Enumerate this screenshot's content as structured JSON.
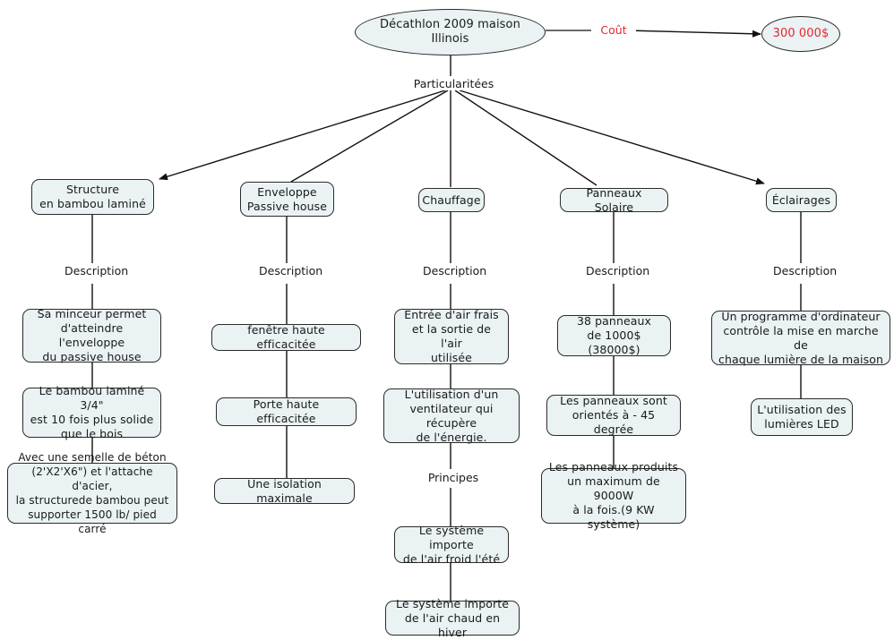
{
  "diagram": {
    "title": "Décathlon 2009 maison Illinois",
    "type": "concept-map",
    "language": "fr",
    "colors": {
      "node_fill": "#eaf2f4",
      "node_stroke": "#2b2b2b",
      "text": "#1a1a1a",
      "accent_red": "#e8262a",
      "background": "#ffffff"
    },
    "root": {
      "label": "Décathlon 2009 maison Illinois",
      "shape": "ellipse"
    },
    "cost_branch": {
      "link_label": "Coût",
      "value_node": {
        "label": "300 000$",
        "shape": "ellipse"
      }
    },
    "root_link_label": "Particularitées",
    "branches": [
      {
        "id": "structure",
        "label": "Structure\nen bambou laminé",
        "link_label": "Description",
        "details": [
          "Sa minceur permet\nd'atteindre l'enveloppe\ndu passive house",
          "Le bambou laminé 3/4\"\nest 10 fois plus solide\nque le bois",
          "Avec une  semelle de béton\n(2'X2'X6\") et l'attache d'acier,\nla structurede bambou peut\nsupporter 1500 lb/ pied carré"
        ]
      },
      {
        "id": "enveloppe",
        "label": "Enveloppe\nPassive house",
        "link_label": "Description",
        "details": [
          "fenêtre haute efficacitée",
          "Porte haute efficacitée",
          "Une isolation maximale"
        ]
      },
      {
        "id": "chauffage",
        "label": "Chauffage",
        "link_label": "Description",
        "details": [
          "Entrée d'air frais\net la sortie de l'air\nutilisée",
          "L'utilisation d'un\nventilateur qui récupère\nde l'énergie.",
          "Le système importe\nde l'air froid l'été",
          "Le système importe\nde l'air chaud en hiver"
        ],
        "sub_link_label": "Principes"
      },
      {
        "id": "panneaux-solaire",
        "label": "Panneaux Solaire",
        "link_label": "Description",
        "details": [
          "38 panneaux\nde 1000$ (38000$)",
          "Les panneaux sont\norientés à - 45 degrée",
          "Les panneaux produits\nun maximum de 9000W\nà la fois.(9 KW système)"
        ]
      },
      {
        "id": "eclairages",
        "label": "Éclairages",
        "link_label": "Description",
        "details": [
          "Un programme d'ordinateur\ncontrôle la mise en marche de\nchaque lumière de la maison",
          "L'utilisation des\nlumières LED"
        ]
      }
    ]
  }
}
